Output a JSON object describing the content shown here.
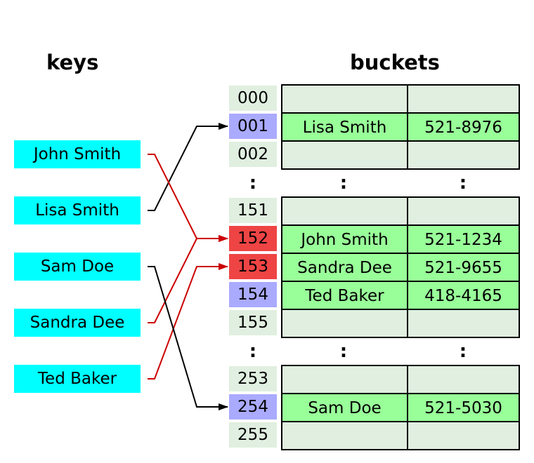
{
  "headings": {
    "keys": "keys",
    "buckets": "buckets"
  },
  "keys": [
    "John Smith",
    "Lisa Smith",
    "Sam Doe",
    "Sandra Dee",
    "Ted Baker"
  ],
  "indices": {
    "i000": "000",
    "i001": "001",
    "i002": "002",
    "i151": "151",
    "i152": "152",
    "i153": "153",
    "i154": "154",
    "i155": "155",
    "i253": "253",
    "i254": "254",
    "i255": "255"
  },
  "buckets": {
    "b001": {
      "name": "Lisa Smith",
      "phone": "521-8976"
    },
    "b152": {
      "name": "John Smith",
      "phone": "521-1234"
    },
    "b153": {
      "name": "Sandra Dee",
      "phone": "521-9655"
    },
    "b154": {
      "name": "Ted Baker",
      "phone": "418-4165"
    },
    "b254": {
      "name": "Sam Doe",
      "phone": "521-5030"
    }
  },
  "ellipsis": ":",
  "colors": {
    "key_bg": "#00ffff",
    "index_bg": "#e0efe0",
    "index_hit": "#aaaaff",
    "index_collision": "#ee4444",
    "bucket_filled": "#99ff99",
    "arrow_normal": "#000000",
    "arrow_collision": "#cc0000"
  }
}
